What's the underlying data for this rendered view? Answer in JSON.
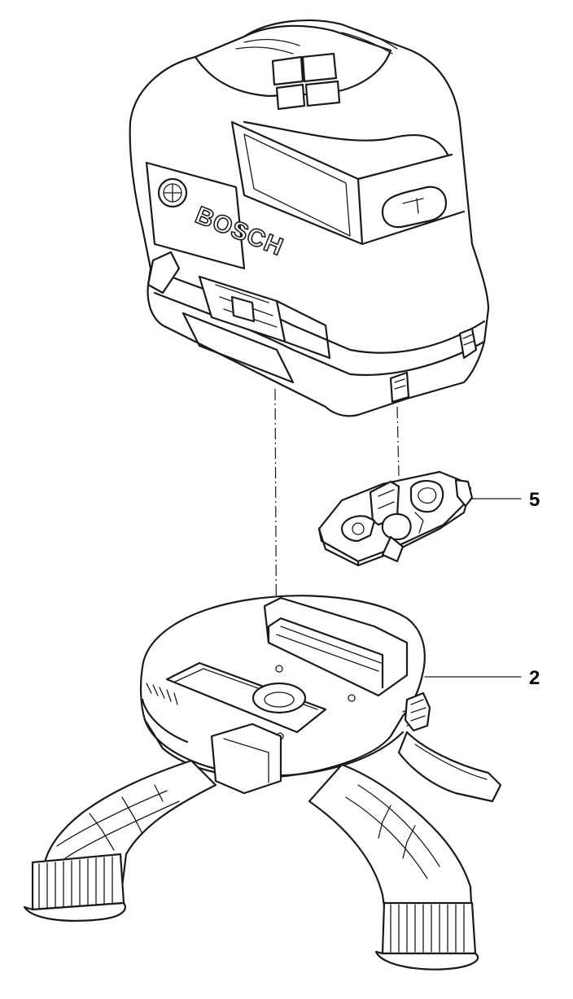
{
  "diagram": {
    "brand_text": "BOSCH",
    "callouts": [
      {
        "id": "holder-clip",
        "label": "5"
      },
      {
        "id": "rotating-base",
        "label": "2"
      }
    ]
  }
}
